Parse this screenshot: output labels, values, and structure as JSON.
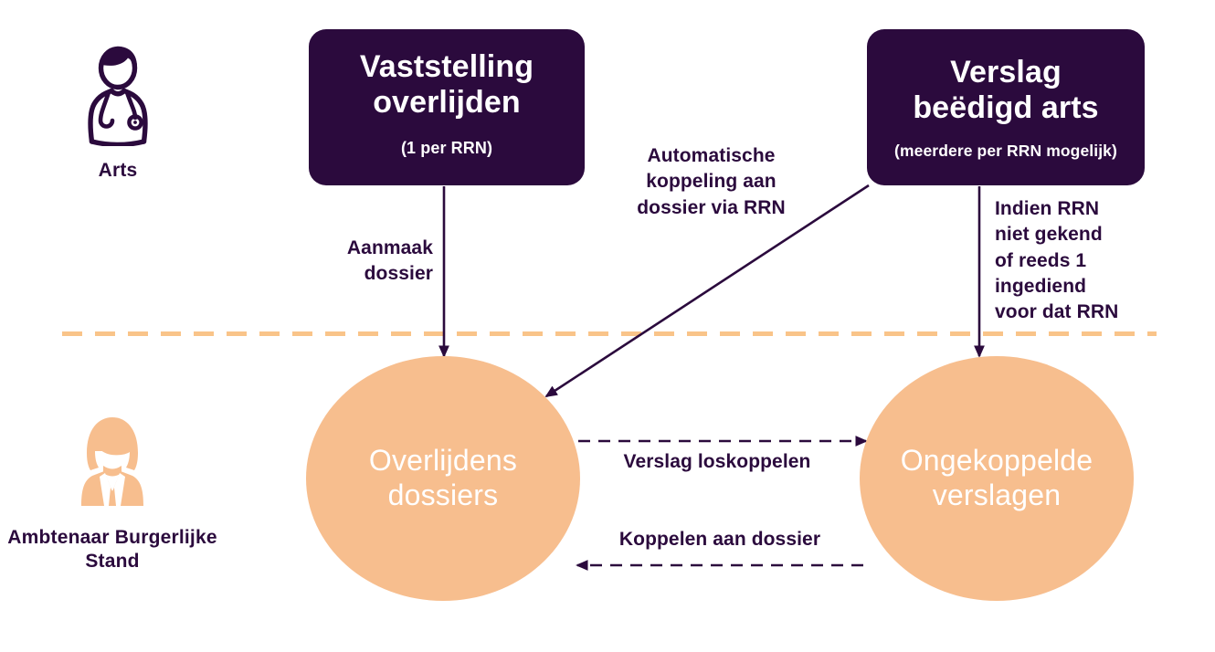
{
  "colors": {
    "ink": "#2b0a3d",
    "peach": "#f7be8e",
    "white": "#ffffff",
    "divider": "#f9c489"
  },
  "actors": [
    {
      "id": "doctor",
      "icon": "doctor-icon",
      "label": "Arts"
    },
    {
      "id": "officer",
      "icon": "female-officer-icon",
      "label": "Ambtenaar\nBurgerlijke Stand"
    }
  ],
  "processes": [
    {
      "id": "vaststelling",
      "title": "Vaststelling\noverlijden",
      "subtitle": "(1 per RRN)"
    },
    {
      "id": "verslag",
      "title": "Verslag\nbeëdigd arts",
      "subtitle": "(meerdere per RRN mogelijk)"
    }
  ],
  "stores": [
    {
      "id": "dossiers",
      "label": "Overlijdens\ndossiers"
    },
    {
      "id": "verslagen",
      "label": "Ongekoppelde\nverslagen"
    }
  ],
  "edges": [
    {
      "id": "aanmaak",
      "label": "Aanmaak\ndossier",
      "style": "solid",
      "from": "vaststelling",
      "to": "dossiers"
    },
    {
      "id": "automatisch",
      "label": "Automatische\nkoppeling aan\ndossier via RRN",
      "style": "solid",
      "from": "verslag",
      "to": "dossiers"
    },
    {
      "id": "indien",
      "label": "Indien RRN\nniet gekend\nof reeds 1\ningediend\nvoor dat RRN",
      "style": "solid",
      "from": "verslag",
      "to": "verslagen"
    },
    {
      "id": "loskoppelen",
      "label": "Verslag loskoppelen",
      "style": "dashed",
      "from": "dossiers",
      "to": "verslagen"
    },
    {
      "id": "koppelen",
      "label": "Koppelen aan dossier",
      "style": "dashed",
      "from": "verslagen",
      "to": "dossiers"
    }
  ],
  "divider": {
    "style": "dashed",
    "orientation": "horizontal"
  }
}
